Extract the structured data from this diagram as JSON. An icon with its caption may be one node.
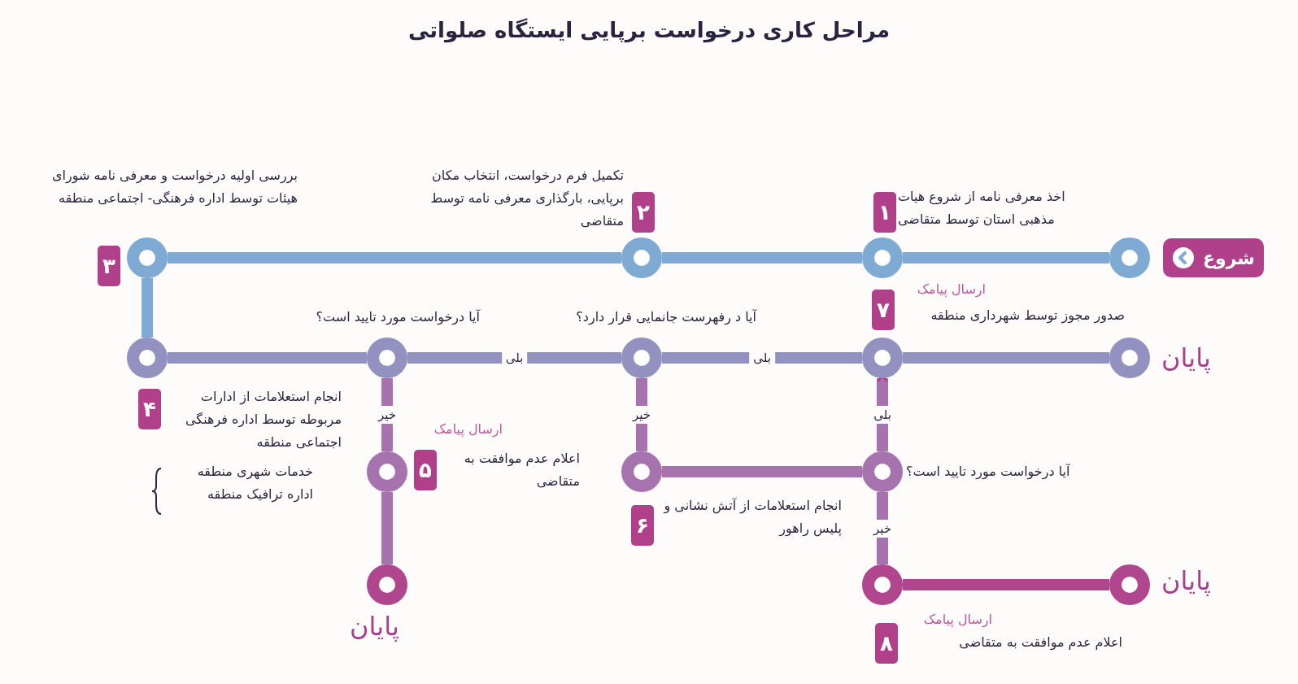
{
  "diagram": {
    "title": "مراحل کاری درخواست برپایی ایستگاه صلواتی",
    "nodes": [
      {
        "text": [
          "شروع"
        ]
      },
      {
        "text": [],
        "shape": "circle"
      },
      {
        "text": [],
        "shape": "circle",
        "beside": [
          "۱",
          "اخذ معرفی نامه از شروع هیات مذهبی استان توسط متقاضی"
        ]
      },
      {
        "text": [],
        "shape": "circle",
        "beside": [
          "۲",
          "تکمیل فرم درخواست، انتخاب مکان برپایی، بارگذاری معرفی نامه توسط متقاضی"
        ]
      },
      {
        "text": [],
        "shape": "circle",
        "beside": [
          "۳",
          "بررسی اولیه درخواست و معرفی نامه شورای هیئات توسط اداره فرهنگی- اجتماعی منطقه"
        ]
      },
      {
        "text": [],
        "shape": "circle",
        "beside": [
          "۴",
          "انجام استعلامات از ادارات مربوطه توسط اداره فرهنگی اجتماعی منطقه",
          "خدمات شهری منطقه",
          "اداره ترافیک منطقه"
        ]
      },
      {
        "text": [],
        "shape": "circle",
        "beside": [
          "آیا درخواست مورد تایید است؟"
        ]
      },
      {
        "text": [],
        "shape": "circle",
        "beside": [
          "آیا د رفهرست جانمایی قرار دارد؟"
        ]
      },
      {
        "text": [],
        "shape": "circle",
        "beside": [
          "ارسال پیامک",
          "۷",
          "صدور مجوز توسط شهرداری منطقه"
        ]
      },
      {
        "text": [],
        "shape": "circle",
        "beside": [
          "پایان"
        ]
      },
      {
        "text": [],
        "shape": "circle",
        "beside": [
          "ارسال پیامک",
          "۵",
          "اعلام عدم موافقت به متقاضی"
        ]
      },
      {
        "text": [],
        "shape": "circle",
        "beside": [
          "پایان"
        ]
      },
      {
        "text": [],
        "shape": "circle",
        "beside": [
          "۶",
          "انجام استعلامات از آتش نشانی و پلیس راهور"
        ]
      },
      {
        "text": [],
        "shape": "circle",
        "beside": [
          "آیا درخواست مورد تایید است؟"
        ]
      },
      {
        "text": [],
        "shape": "circle",
        "beside": [
          "ارسال پیامک",
          "۸",
          "اعلام عدم موافقت به متقاضی"
        ]
      },
      {
        "text": [],
        "shape": "circle",
        "beside": [
          "پایان"
        ]
      }
    ],
    "edges": [
      {
        "from": 1,
        "to": 2,
        "arrow": "none"
      },
      {
        "from": 2,
        "to": 3,
        "arrow": "none"
      },
      {
        "from": 3,
        "to": 4,
        "arrow": "none"
      },
      {
        "from": 4,
        "to": 5,
        "arrow": "none"
      },
      {
        "from": 5,
        "to": 6,
        "arrow": "none"
      },
      {
        "from": 6,
        "to": 7,
        "arrow": "none",
        "label": "بلی"
      },
      {
        "from": 7,
        "to": 8,
        "arrow": "none",
        "label": "بلی"
      },
      {
        "from": 8,
        "to": 9,
        "arrow": "none"
      },
      {
        "from": 6,
        "to": 10,
        "arrow": "none",
        "label": "خیر"
      },
      {
        "from": 10,
        "to": 11,
        "arrow": "none"
      },
      {
        "from": 7,
        "to": 12,
        "arrow": "none",
        "label": "خیر"
      },
      {
        "from": 12,
        "to": 13,
        "arrow": "none"
      },
      {
        "from": 13,
        "to": 8,
        "arrow": "to",
        "label": "بلی"
      },
      {
        "from": 13,
        "to": 14,
        "arrow": "none",
        "label": "خیر"
      },
      {
        "from": 14,
        "to": 15,
        "arrow": "none"
      }
    ]
  }
}
